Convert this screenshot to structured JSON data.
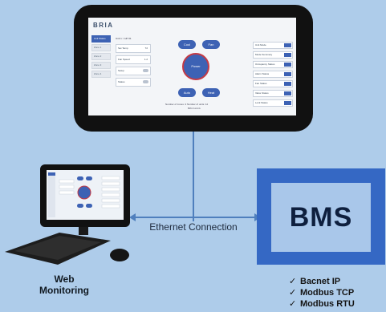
{
  "tablet": {
    "brand": "BRIA",
    "sidebar": [
      "Unit Status",
      "Zone 1",
      "Zone 2",
      "Zone 3",
      "Zone 4"
    ],
    "heading": "Unit 1 > HP 01",
    "fields": [
      {
        "label": "Set Temp",
        "value": "72"
      },
      {
        "label": "Fan Speed",
        "value": "1.2"
      },
      {
        "label": "Setup",
        "value": ""
      },
      {
        "label": "Status",
        "value": ""
      }
    ],
    "buttons": {
      "cool": "Cool",
      "fan": "Fan",
      "power": "Power",
      "auto": "Auto",
      "heat": "Heat"
    },
    "right_items": [
      "Unit Mode",
      "Mode Summary",
      "Occupancy Status",
      "Alarm Status",
      "Fan Status",
      "Valve Status",
      "Lock Status"
    ],
    "footer": "Number of zones: 4 Number of units: 12",
    "footer2": "BRIA Controls"
  },
  "connection_label": "Ethernet Connection",
  "bms_label": "BMS",
  "protocols": [
    "Bacnet IP",
    "Modbus TCP",
    "Modbus RTU"
  ],
  "check_glyph": "✓",
  "web_label_line1": "Web",
  "web_label_line2": "Monitoring",
  "colors": {
    "background": "#aeccea",
    "accent": "#3568c4",
    "connector": "#4f7fbd",
    "power_ring": "#c43a45"
  }
}
